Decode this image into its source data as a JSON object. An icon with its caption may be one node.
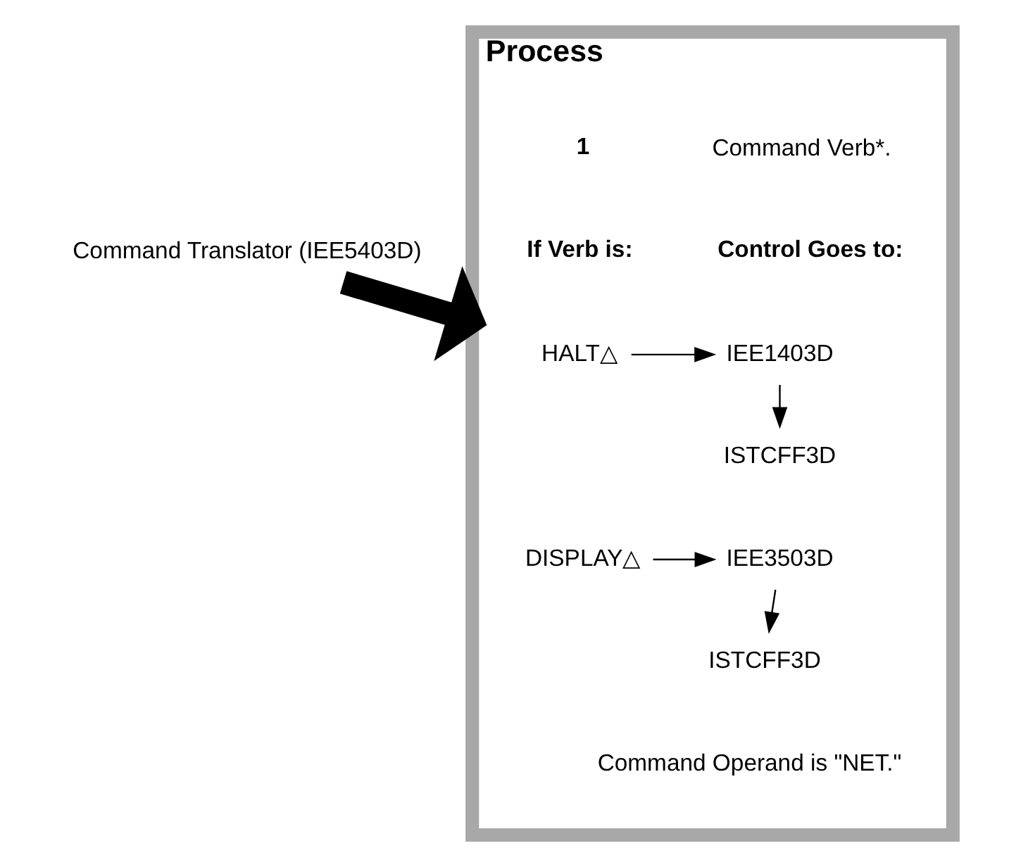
{
  "diagram": {
    "nodes": [
      {
        "text": [
          "Command Translator (IEE5403D)"
        ]
      },
      {
        "text": [
          "Process"
        ]
      },
      {
        "text": [
          "HALT△"
        ],
        "in": 1
      },
      {
        "text": [
          "IEE1403D"
        ],
        "in": 1
      },
      {
        "text": [
          "ISTCFF3D"
        ],
        "in": 1
      },
      {
        "text": [
          "DISPLAY△"
        ],
        "in": 1
      },
      {
        "text": [
          "IEE3503D"
        ],
        "in": 1
      },
      {
        "text": [
          "ISTCFF3D"
        ],
        "in": 1
      }
    ],
    "edges": [
      {
        "from": 0,
        "to": 1,
        "arrow": "to",
        "style": "thick"
      },
      {
        "from": 2,
        "to": 3,
        "arrow": "to"
      },
      {
        "from": 3,
        "to": 4,
        "arrow": "to"
      },
      {
        "from": 5,
        "to": 6,
        "arrow": "to"
      },
      {
        "from": 6,
        "to": 7,
        "arrow": "to"
      }
    ],
    "labels": [
      "1",
      "Command Verb*.",
      "If Verb is:",
      "Control Goes to:",
      "Command Operand is \"NET.\""
    ]
  }
}
